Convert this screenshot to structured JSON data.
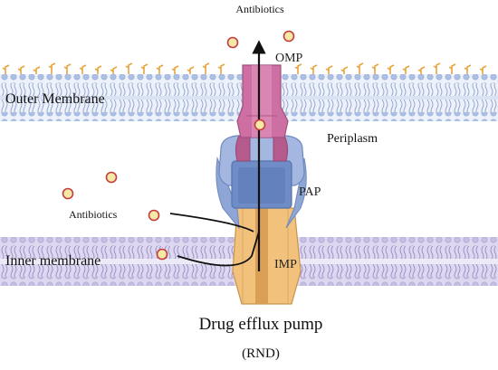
{
  "labels": {
    "antibiotics_top": "Antibiotics",
    "omp": "OMP",
    "outer_membrane": "Outer Membrane",
    "periplasm": "Periplasm",
    "pap": "PAP",
    "antibiotics_left": "Antibiotics",
    "inner_membrane": "Inner membrane",
    "imp": "IMP",
    "title": "Drug efflux pump",
    "subtitle": "(RND)"
  },
  "colors": {
    "omp_pink": "#cd6fa2",
    "omp_light": "#e39ac0",
    "pap_blue": "#8ea6d6",
    "pap_dark": "#6a86bf",
    "imp_orange": "#f2c27d",
    "imp_dark": "#d59a4e",
    "antibiotic_fill": "#f6e9a8",
    "antibiotic_stroke": "#c53b3b",
    "outer_membrane": "#a8b9de",
    "inner_membrane": "#c9c3e2",
    "lps_orange": "#e8a43c"
  }
}
